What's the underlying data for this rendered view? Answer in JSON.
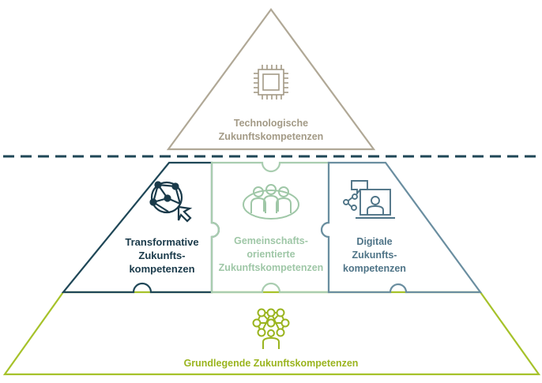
{
  "diagram": {
    "tiers": {
      "technological": {
        "label_lines": [
          "Technologische",
          "Zukunftskompetenzen"
        ],
        "icon": "chip-icon",
        "color": "#a39a86"
      },
      "transformative": {
        "label_lines": [
          "Transformative",
          "Zukunfts-",
          "kompetenzen"
        ],
        "icon": "network-cursor-icon",
        "color": "#1a3a4a"
      },
      "community": {
        "label_lines": [
          "Gemeinschafts-",
          "orientierte",
          "Zukunftskompetenzen"
        ],
        "icon": "group-icon",
        "color": "#9fc7a7"
      },
      "digital": {
        "label_lines": [
          "Digitale",
          "Zukunfts-",
          "kompetenzen"
        ],
        "icon": "computer-user-icon",
        "color": "#4f7487"
      },
      "foundational": {
        "label_lines": [
          "Grundlegende Zukunftskompetenzen"
        ],
        "icon": "person-network-icon",
        "color": "#9ab41e"
      }
    },
    "separator_color": "#1f4757"
  }
}
